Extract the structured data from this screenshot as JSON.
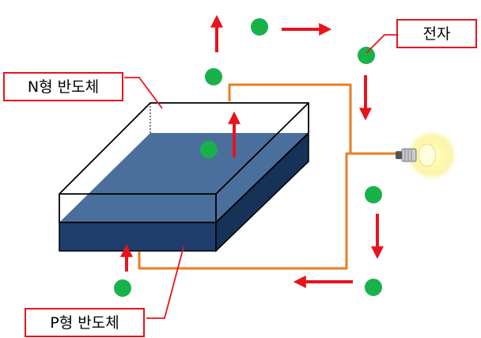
{
  "labels": {
    "n_type": "N형 반도체",
    "p_type": "P형 반도체",
    "electron": "전자"
  },
  "colors": {
    "electron": "#18b24a",
    "arrow": "#e8141c",
    "wire": "#e87e22",
    "callout_border": "#e8141c",
    "p_layer": "#1e3f6e",
    "n_layer_top": "#4a6f9c",
    "bulb_glow": "#fff7a0"
  },
  "icons": {
    "bulb": "light-bulb-icon",
    "electron": "electron-dot-icon",
    "arrow": "flow-arrow-icon"
  }
}
